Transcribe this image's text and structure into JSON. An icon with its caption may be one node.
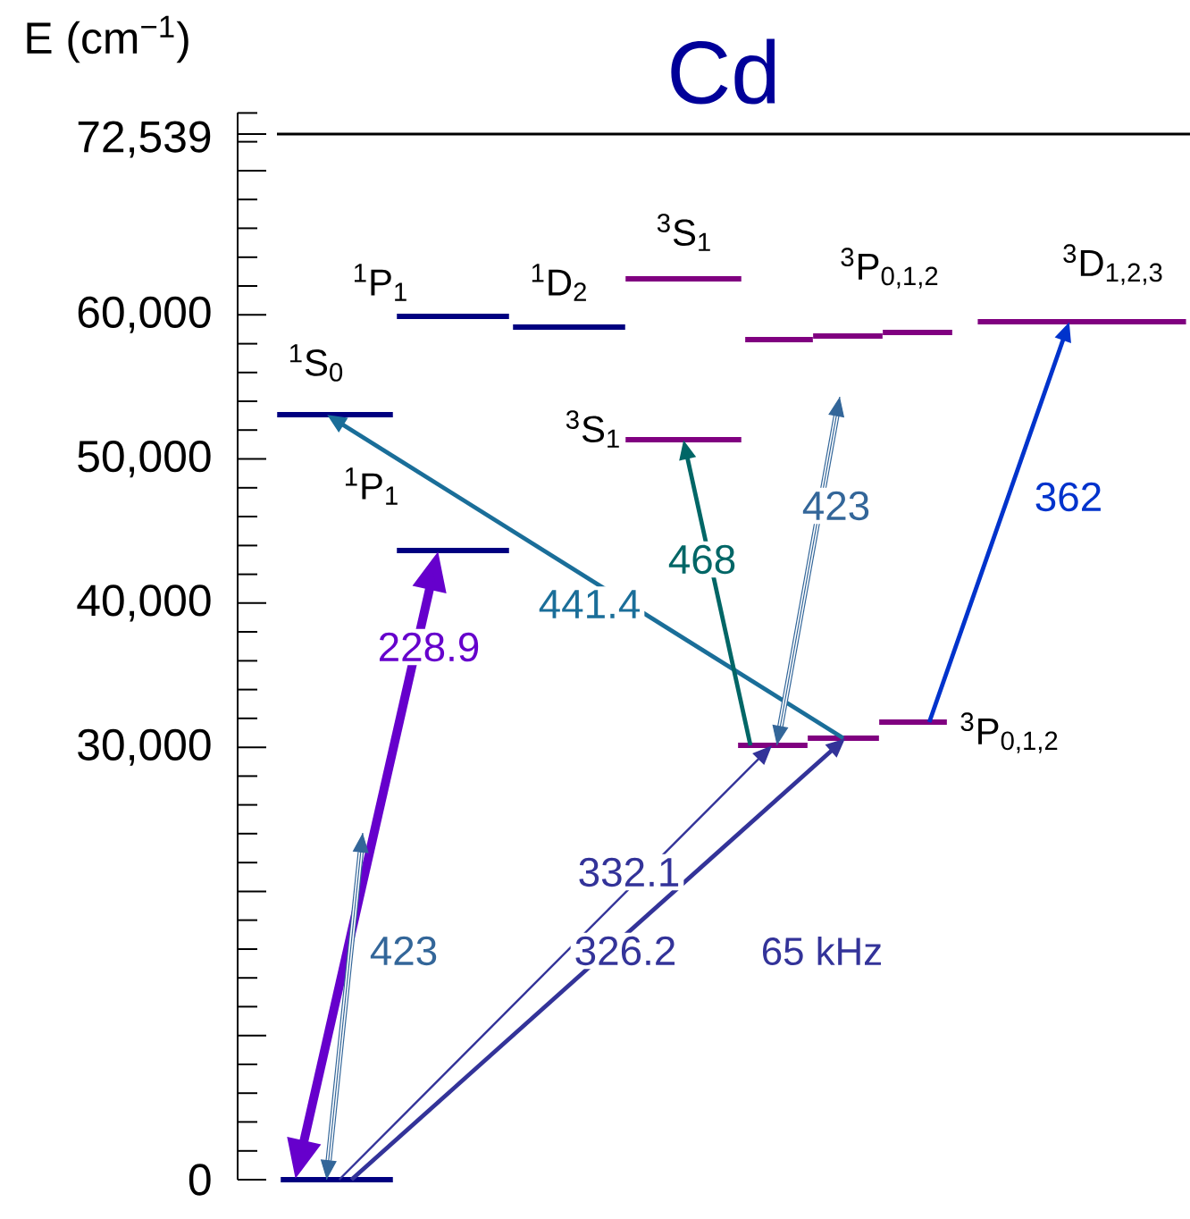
{
  "diagram": {
    "title": "Cd",
    "nodes": [
      {
        "text": [],
        "shape": "bar"
      },
      {
        "text": [
          "$^{1}$S$_{0}$"
        ]
      },
      {
        "text": [
          "$^{1}$P$_{1}$"
        ]
      },
      {
        "text": [
          "$^{1}$P$_{1}$"
        ]
      },
      {
        "text": [
          "$^{1}$D$_{2}$"
        ]
      },
      {
        "text": [
          "$^{3}$S$_{1}$"
        ]
      },
      {
        "text": [
          "$^{3}$S$_{1}$"
        ]
      },
      {
        "text": [],
        "shape": "bar"
      },
      {
        "text": [
          "$^{3}$P$_{0,1,2}$"
        ]
      },
      {
        "text": [],
        "shape": "bar"
      },
      {
        "text": [
          "$^{3}$D$_{1,2,3}$"
        ]
      },
      {
        "text": [],
        "shape": "bar"
      },
      {
        "text": [],
        "shape": "bar"
      },
      {
        "text": [
          "$^{3}$P$_{0,1,2}$"
        ]
      }
    ],
    "edges": [
      {
        "from": 0,
        "to": 2,
        "arrow": "both",
        "label": "228.9",
        "color": "#6600cc",
        "style": "thick"
      },
      {
        "from": null,
        "to": 0,
        "arrow": "both",
        "label": "423",
        "color": "#336699"
      },
      {
        "from": 12,
        "to": 1,
        "arrow": "to",
        "label": "441.4",
        "color": "#1a6e99"
      },
      {
        "from": 11,
        "to": 6,
        "arrow": "to",
        "label": "468",
        "color": "#006666"
      },
      {
        "from": null,
        "to": 11,
        "arrow": "both",
        "label": "423",
        "color": "#336699"
      },
      {
        "from": 13,
        "to": 10,
        "arrow": "to",
        "label": "362",
        "color": "#0033cc"
      },
      {
        "from": 0,
        "to": 11,
        "arrow": "to",
        "label": "332.1",
        "color": "#333399"
      },
      {
        "from": 0,
        "to": 12,
        "arrow": "to",
        "label": "326.2",
        "color": "#333399"
      }
    ],
    "labels": [
      "E (cm$^{−1}$)",
      "72,539",
      "60,000",
      "50,000",
      "40,000",
      "30,000",
      "0",
      "65 kHz"
    ]
  }
}
